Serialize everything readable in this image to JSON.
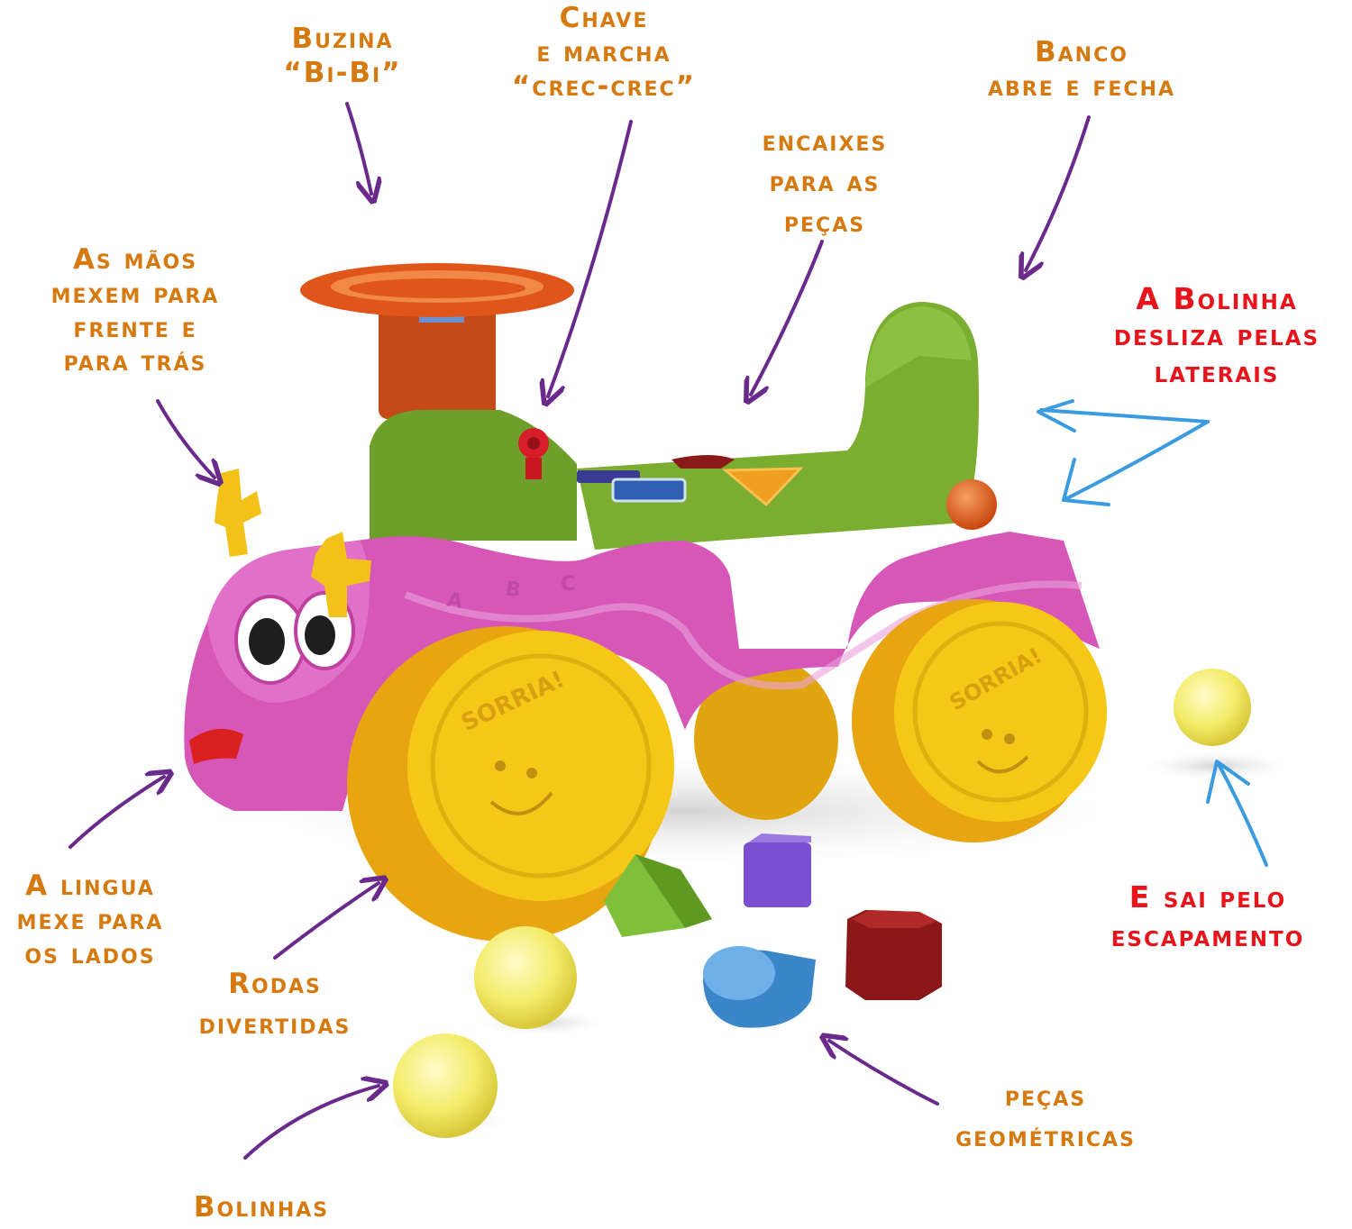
{
  "colors": {
    "label_text": "#d67a10",
    "highlight_text": "#e8141c",
    "arrow_purple": "#6a2a8c",
    "arrow_blue": "#3a9be0",
    "body_pink": "#d657b8",
    "seat_green": "#6e9f2a",
    "wheel_yellow": "#f2c21a",
    "steering_orange": "#e0561a"
  },
  "icons": [
    "steering-wheel-icon",
    "key-icon",
    "ball-icon",
    "triangle-block-icon",
    "cube-block-icon",
    "cylinder-block-icon",
    "octagon-block-icon",
    "smiley-icon"
  ],
  "labels": {
    "buzina": [
      "Buzina",
      "“Bi-Bi”"
    ],
    "chave": [
      "Chave",
      "e marcha",
      "“crec-crec”"
    ],
    "banco": [
      "Banco",
      "abre e fecha"
    ],
    "encaixes": [
      "encaixes",
      "para as",
      "peças"
    ],
    "maos": [
      "As mãos",
      "mexem para",
      "frente e",
      "para trás"
    ],
    "bolinha_desliza": [
      "A Bolinha",
      "desliza pelas",
      "laterais"
    ],
    "lingua": [
      "A lingua",
      "mexe para",
      "os lados"
    ],
    "rodas": [
      "Rodas",
      "divertidas"
    ],
    "escapamento": [
      "E sai pelo",
      "escapamento"
    ],
    "pecas": [
      "peças",
      "geométricas"
    ],
    "bolinhas": [
      "Bolinhas"
    ]
  },
  "wheel_text": "SORRIA!",
  "fender_letters": [
    "A",
    "B",
    "C"
  ]
}
